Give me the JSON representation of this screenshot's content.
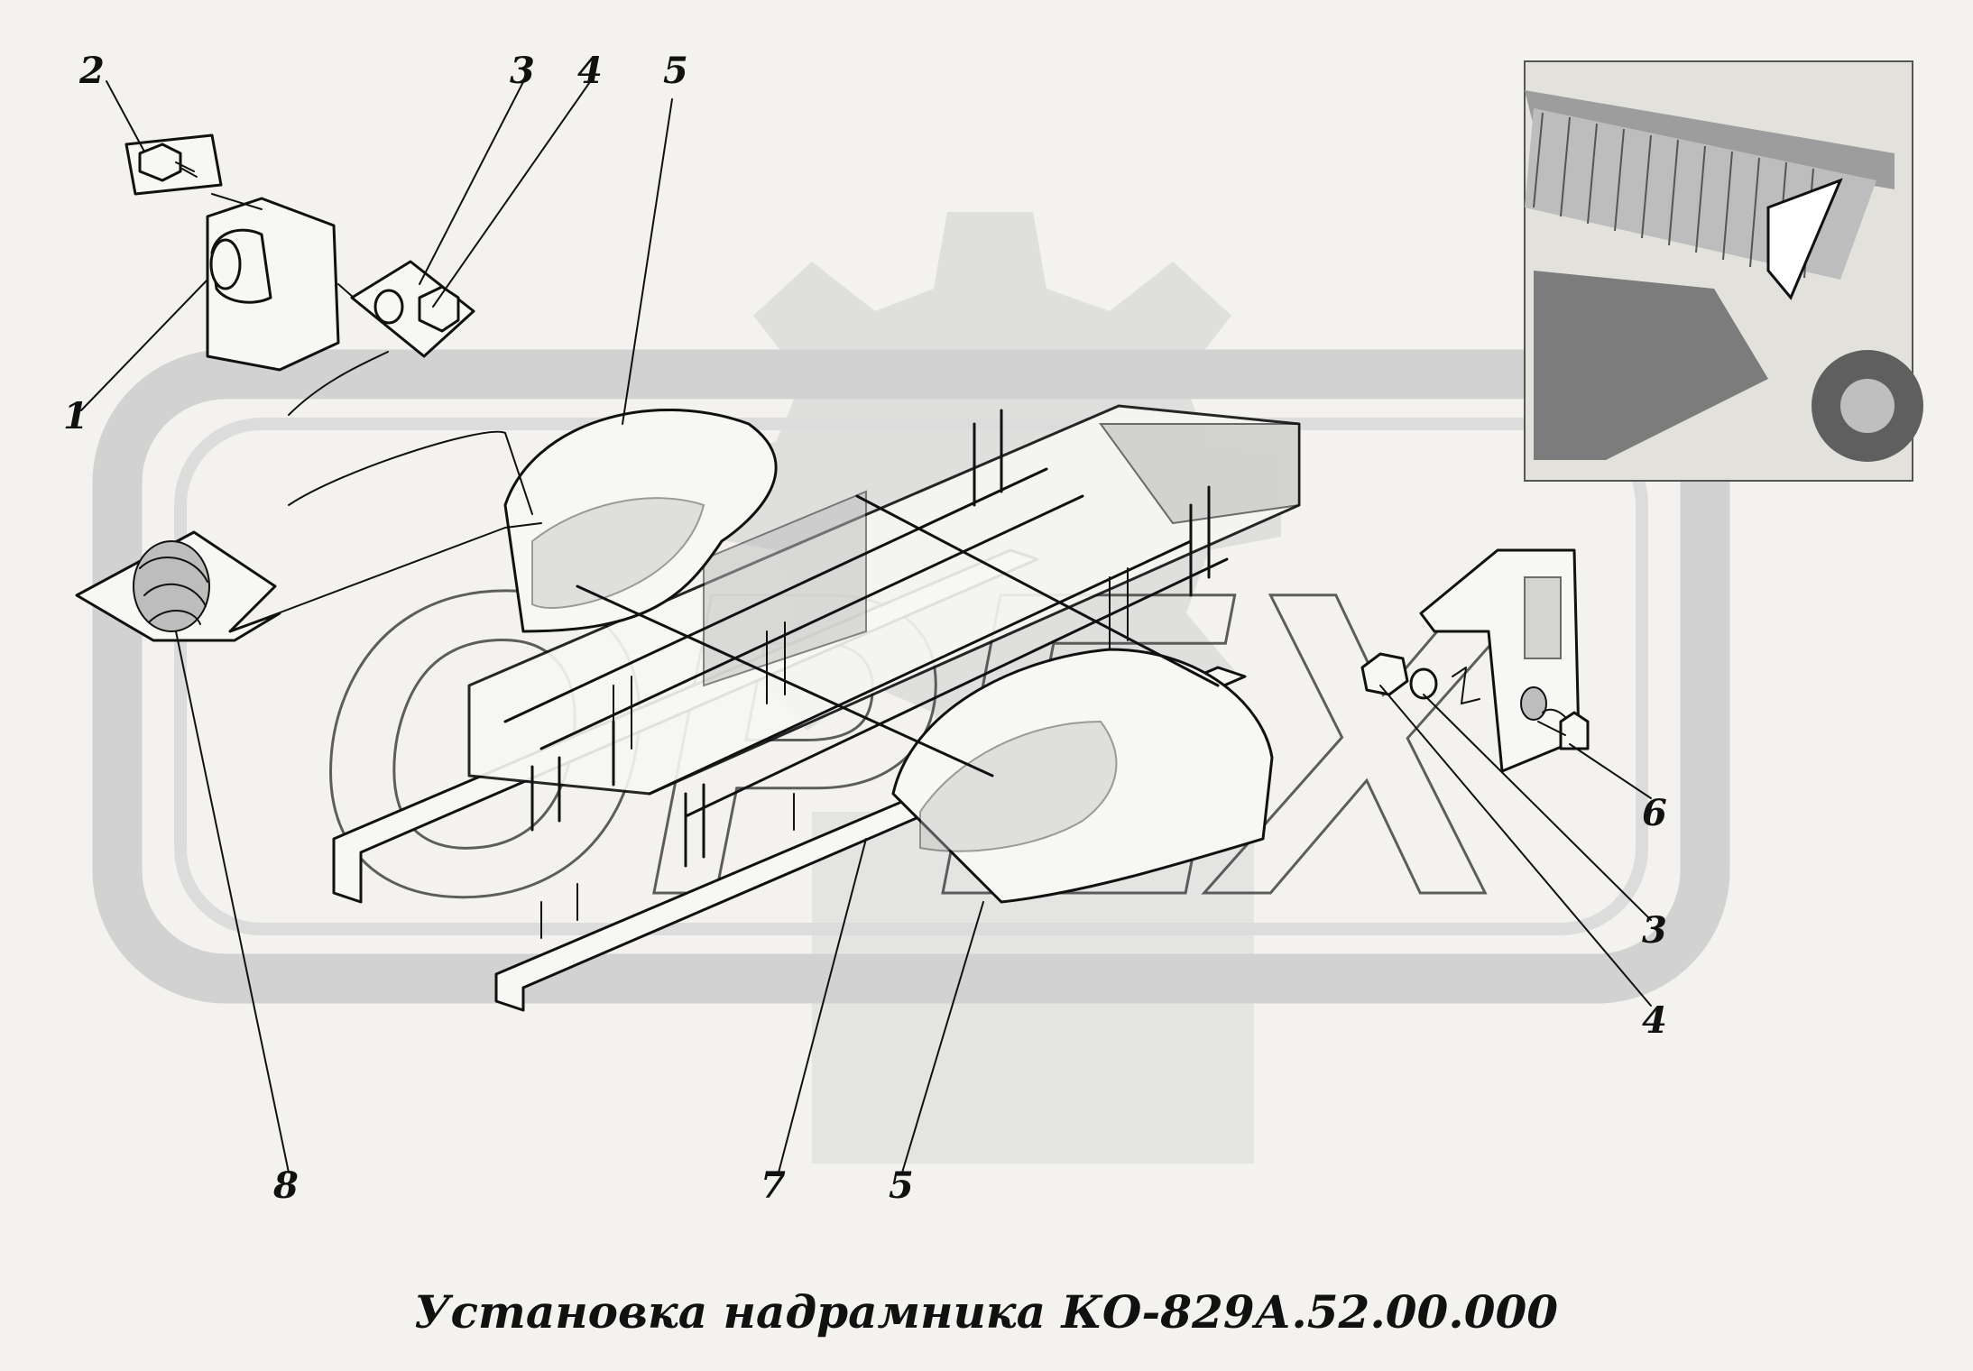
{
  "title": "Установка надрамника КО-829А.52.00.000",
  "watermark": "OPEX",
  "callouts": {
    "c1": "1",
    "c2": "2",
    "c3a": "3",
    "c4a": "4",
    "c5a": "5",
    "c6": "6",
    "c3b": "3",
    "c4b": "4",
    "c8": "8",
    "c7": "7",
    "c5b": "5"
  },
  "colors": {
    "watermark": "#d2d2d2",
    "ink": "#111111",
    "paper": "#f3f2ef"
  }
}
